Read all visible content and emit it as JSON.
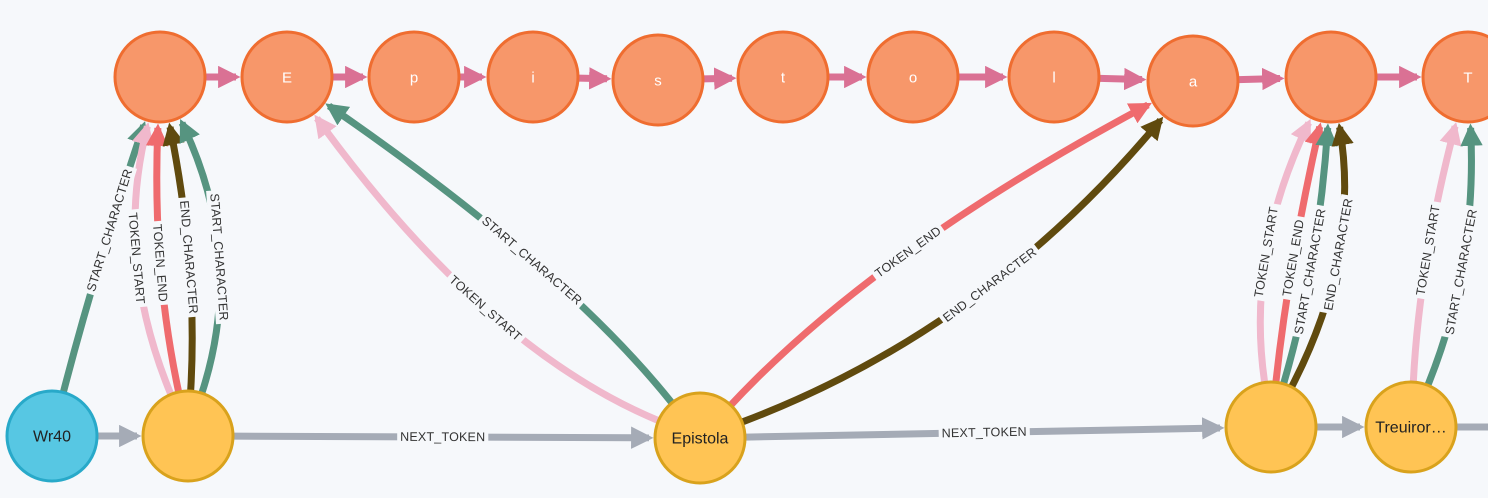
{
  "graph": {
    "colors": {
      "background": "#f6f8fb",
      "character_fill": "#f7976a",
      "character_stroke": "#ef6d30",
      "token_fill": "#ffc454",
      "token_stroke": "#d9a21c",
      "start_token_fill": "#57c7e3",
      "start_token_stroke": "#28a9c9",
      "next_character": "#da7194",
      "token_start": "#f0b8cc",
      "token_end": "#ef6b6e",
      "start_character": "#569480",
      "end_character": "#604a0e",
      "next_token": "#a5abb6"
    },
    "relationship_types": {
      "token_start": "TOKEN_START",
      "token_end": "TOKEN_END",
      "start_character": "START_CHARACTER",
      "end_character": "END_CHARACTER",
      "next_token": "NEXT_TOKEN"
    },
    "character_nodes": [
      {
        "id": "c0",
        "label": ""
      },
      {
        "id": "c1",
        "label": "E"
      },
      {
        "id": "c2",
        "label": "p"
      },
      {
        "id": "c3",
        "label": "i"
      },
      {
        "id": "c4",
        "label": "s"
      },
      {
        "id": "c5",
        "label": "t"
      },
      {
        "id": "c6",
        "label": "o"
      },
      {
        "id": "c7",
        "label": "l"
      },
      {
        "id": "c8",
        "label": "a"
      },
      {
        "id": "c9",
        "label": ""
      },
      {
        "id": "c10",
        "label": "T"
      }
    ],
    "token_nodes": [
      {
        "id": "w",
        "label": "Wr40",
        "kind": "start"
      },
      {
        "id": "t0",
        "label": "",
        "kind": "token"
      },
      {
        "id": "t1",
        "label": "Epistola",
        "kind": "token"
      },
      {
        "id": "t2",
        "label": "",
        "kind": "token"
      },
      {
        "id": "t3",
        "label": "Treuiror…",
        "kind": "token"
      }
    ],
    "edges": [
      {
        "from": "c0",
        "to": "c1",
        "type": "next_character",
        "label": ""
      },
      {
        "from": "c1",
        "to": "c2",
        "type": "next_character",
        "label": ""
      },
      {
        "from": "c2",
        "to": "c3",
        "type": "next_character",
        "label": ""
      },
      {
        "from": "c3",
        "to": "c4",
        "type": "next_character",
        "label": ""
      },
      {
        "from": "c4",
        "to": "c5",
        "type": "next_character",
        "label": ""
      },
      {
        "from": "c5",
        "to": "c6",
        "type": "next_character",
        "label": ""
      },
      {
        "from": "c6",
        "to": "c7",
        "type": "next_character",
        "label": ""
      },
      {
        "from": "c7",
        "to": "c8",
        "type": "next_character",
        "label": ""
      },
      {
        "from": "c8",
        "to": "c9",
        "type": "next_character",
        "label": ""
      },
      {
        "from": "c9",
        "to": "c10",
        "type": "next_character",
        "label": ""
      },
      {
        "from": "c10",
        "to": "offscreen",
        "type": "next_character",
        "label": ""
      },
      {
        "from": "w",
        "to": "c0",
        "type": "start_character",
        "label": "START_CHARACTER"
      },
      {
        "from": "t0",
        "to": "c0",
        "type": "token_start",
        "label": "TOKEN_START"
      },
      {
        "from": "t0",
        "to": "c0",
        "type": "token_end",
        "label": "TOKEN_END"
      },
      {
        "from": "t0",
        "to": "c0",
        "type": "end_character",
        "label": "END_CHARACTER"
      },
      {
        "from": "t0",
        "to": "c0",
        "type": "start_character",
        "label": "START_CHARACTER"
      },
      {
        "from": "t1",
        "to": "c1",
        "type": "token_start",
        "label": "TOKEN_START"
      },
      {
        "from": "t1",
        "to": "c1",
        "type": "start_character",
        "label": "START_CHARACTER"
      },
      {
        "from": "t1",
        "to": "c8",
        "type": "token_end",
        "label": "TOKEN_END"
      },
      {
        "from": "t1",
        "to": "c8",
        "type": "end_character",
        "label": "END_CHARACTER"
      },
      {
        "from": "t2",
        "to": "c9",
        "type": "token_start",
        "label": "TOKEN_START"
      },
      {
        "from": "t2",
        "to": "c9",
        "type": "token_end",
        "label": "TOKEN_END"
      },
      {
        "from": "t2",
        "to": "c9",
        "type": "start_character",
        "label": "START_CHARACTER"
      },
      {
        "from": "t2",
        "to": "c9",
        "type": "end_character",
        "label": "END_CHARACTER"
      },
      {
        "from": "t3",
        "to": "c10",
        "type": "token_start",
        "label": "TOKEN_START"
      },
      {
        "from": "t3",
        "to": "c10",
        "type": "start_character",
        "label": "START_CHARACTER"
      },
      {
        "from": "w",
        "to": "t0",
        "type": "next_token",
        "label": ""
      },
      {
        "from": "t0",
        "to": "t1",
        "type": "next_token",
        "label": "NEXT_TOKEN"
      },
      {
        "from": "t1",
        "to": "t2",
        "type": "next_token",
        "label": "NEXT_TOKEN"
      },
      {
        "from": "t2",
        "to": "t3",
        "type": "next_token",
        "label": ""
      },
      {
        "from": "t3",
        "to": "offscreen",
        "type": "next_token",
        "label": ""
      }
    ]
  }
}
